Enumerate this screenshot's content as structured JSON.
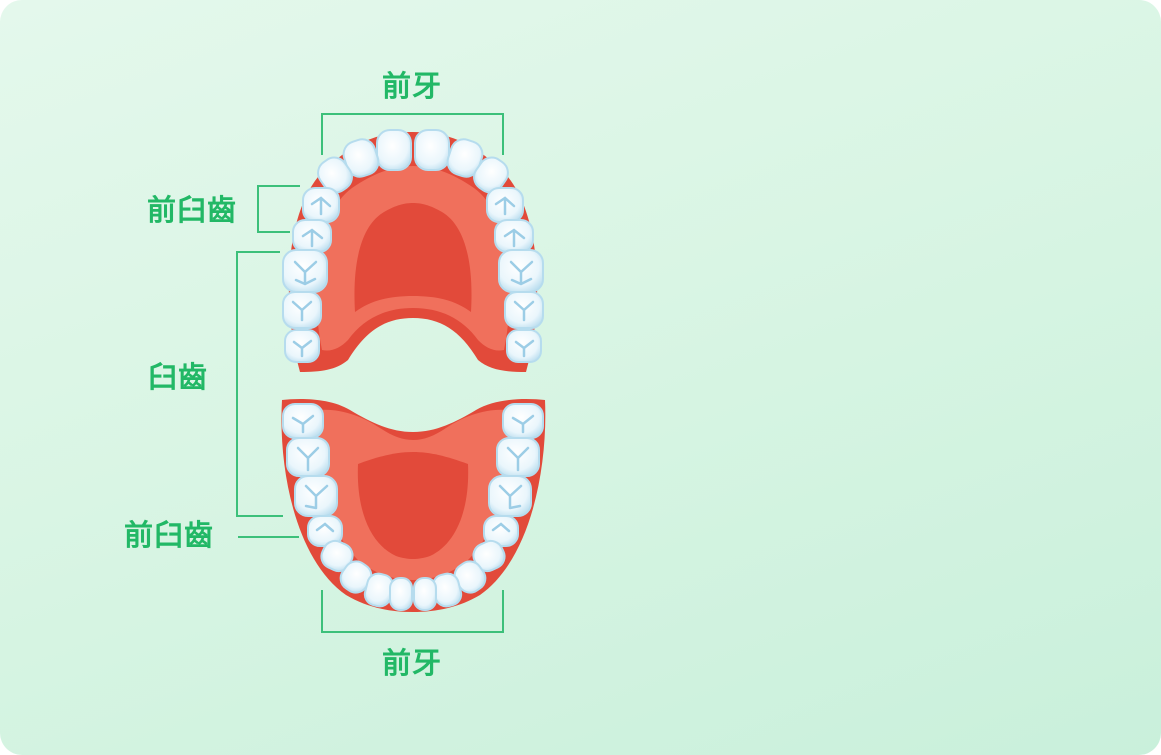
{
  "labels": {
    "front_teeth_top": "前牙",
    "premolar_top": "前臼齒",
    "molar": "臼齒",
    "premolar_bottom": "前臼齒",
    "front_teeth_bottom": "前牙"
  },
  "colors": {
    "label_green": "#22b866",
    "bracket_green": "#3cc07a",
    "gum_dark": "#e24a3a",
    "gum_mid": "#f0705c",
    "tooth_white": "#f4fbff",
    "tooth_shadow": "#b6dcee",
    "tooth_groove": "#9ccde6"
  },
  "icons": {
    "upper_jaw": "upper-dental-arch-illustration",
    "lower_jaw": "lower-dental-arch-illustration"
  }
}
